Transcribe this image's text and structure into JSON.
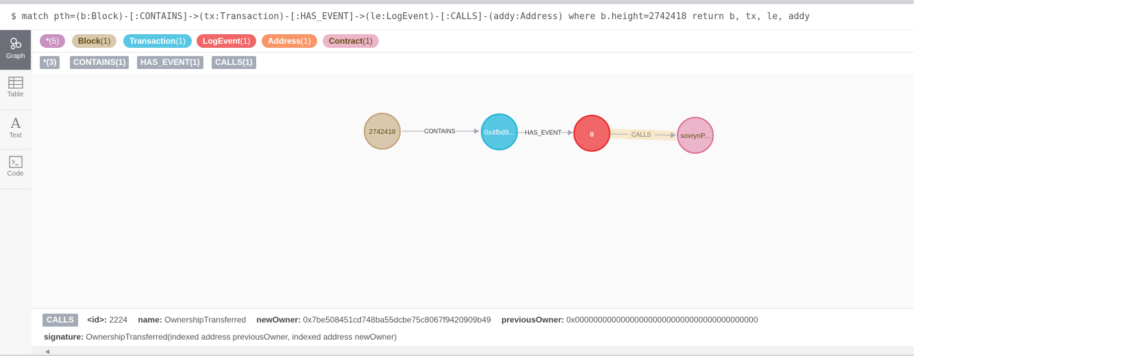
{
  "query": {
    "text": "$ match pth=(b:Block)-[:CONTAINS]->(tx:Transaction)-[:HAS_EVENT]->(le:LogEvent)-[:CALLS]-(addy:Address) where b.height=2742418 return b, tx, le, addy"
  },
  "sidebar": {
    "items": [
      {
        "label": "Graph",
        "icon": "graph-icon"
      },
      {
        "label": "Table",
        "icon": "table-icon"
      },
      {
        "label": "Text",
        "icon": "text-icon"
      },
      {
        "label": "Code",
        "icon": "code-icon"
      }
    ]
  },
  "node_labels": [
    {
      "name": "*",
      "count": "(5)",
      "color": "#c990c0",
      "text_color": "#ffffff"
    },
    {
      "name": "Block",
      "count": "(1)",
      "color": "#d9c8ae",
      "text_color": "#604a0e"
    },
    {
      "name": "Transaction",
      "count": "(1)",
      "color": "#57c7e3",
      "text_color": "#ffffff"
    },
    {
      "name": "LogEvent",
      "count": "(1)",
      "color": "#f16667",
      "text_color": "#ffffff"
    },
    {
      "name": "Address",
      "count": "(1)",
      "color": "#f79767",
      "text_color": "#ffffff"
    },
    {
      "name": "Contract",
      "count": "(1)",
      "color": "#ecb5c9",
      "text_color": "#604a0e"
    }
  ],
  "rel_types": [
    {
      "name": "*",
      "count": "(3)"
    },
    {
      "name": "CONTAINS",
      "count": "(1)"
    },
    {
      "name": "HAS_EVENT",
      "count": "(1)"
    },
    {
      "name": "CALLS",
      "count": "(1)"
    }
  ],
  "graph": {
    "nodes": [
      {
        "id": "block",
        "caption": "2742418",
        "fill": "#d9c8ae",
        "stroke": "#c0a378",
        "text_color": "#604a0e"
      },
      {
        "id": "tx",
        "caption": "0x4fbd9...",
        "fill": "#57c7e3",
        "stroke": "#23b3d7",
        "text_color": "#ffffff"
      },
      {
        "id": "logevent",
        "caption": "0",
        "fill": "#f16667",
        "stroke": "#eb2728",
        "text_color": "#ffffff"
      },
      {
        "id": "contract",
        "caption": "sovrynP...",
        "fill": "#ecb5c9",
        "stroke": "#da7298",
        "text_color": "#604a0e"
      }
    ],
    "edges": [
      {
        "from": "block",
        "to": "tx",
        "label": "CONTAINS",
        "selected": false
      },
      {
        "from": "tx",
        "to": "logevent",
        "label": "HAS_EVENT",
        "selected": false
      },
      {
        "from": "logevent",
        "to": "contract",
        "label": "CALLS",
        "selected": true
      }
    ]
  },
  "details": {
    "type": "CALLS",
    "id_key": "<id>:",
    "id_val": "2224",
    "name_key": "name:",
    "name_val": "OwnershipTransferred",
    "newowner_key": "newOwner:",
    "newowner_val": "0x7be508451cd748ba55dcbe75c8067f9420909b49",
    "prevowner_key": "previousOwner:",
    "prevowner_val": "0x0000000000000000000000000000000000000000",
    "signature_key": "signature:",
    "signature_val": "OwnershipTransferred(indexed address previousOwner, indexed address newOwner)"
  }
}
